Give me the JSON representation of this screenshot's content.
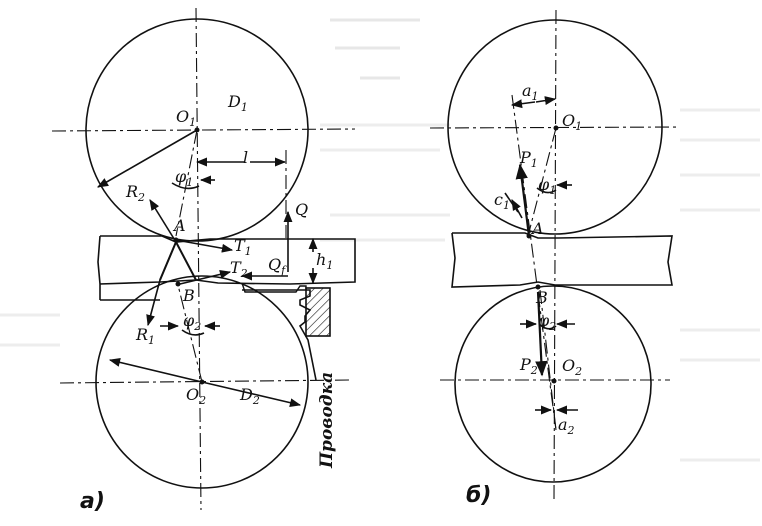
{
  "figure_a": {
    "caption": "a)",
    "O1": "O",
    "O1_sub": "1",
    "D1": "D",
    "D1_sub": "1",
    "l": "l",
    "R2": "R",
    "R2_sub": "2",
    "phi1": "φ",
    "phi1_sub": "1",
    "Q": "Q",
    "A": "A",
    "T1": "T",
    "T1_sub": "1",
    "T2": "T",
    "T2_sub": "2",
    "Qf": "Q",
    "Qf_sub": "f",
    "h1": "h",
    "h1_sub": "1",
    "B": "B",
    "phi2": "φ",
    "phi2_sub": "2",
    "R1": "R",
    "R1_sub": "1",
    "O2": "O",
    "O2_sub": "2",
    "D2": "D",
    "D2_sub": "2",
    "guide_label": "Проводка"
  },
  "figure_b": {
    "caption": "б)",
    "a1": "a",
    "a1_sub": "1",
    "O1": "O",
    "O1_sub": "1",
    "P1": "P",
    "P1_sub": "1",
    "c1": "c",
    "c1_sub": "1",
    "phi1": "φ",
    "phi1_sub": "1",
    "A": "A",
    "B": "B",
    "phi2": "φ",
    "phi2_sub": "2",
    "P2": "P",
    "P2_sub": "2",
    "O2": "O",
    "O2_sub": "2",
    "a2": "a",
    "a2_sub": "2"
  },
  "colors": {
    "ink": "#111111",
    "background": "#ffffff",
    "bleed": "#c9c9c9"
  }
}
